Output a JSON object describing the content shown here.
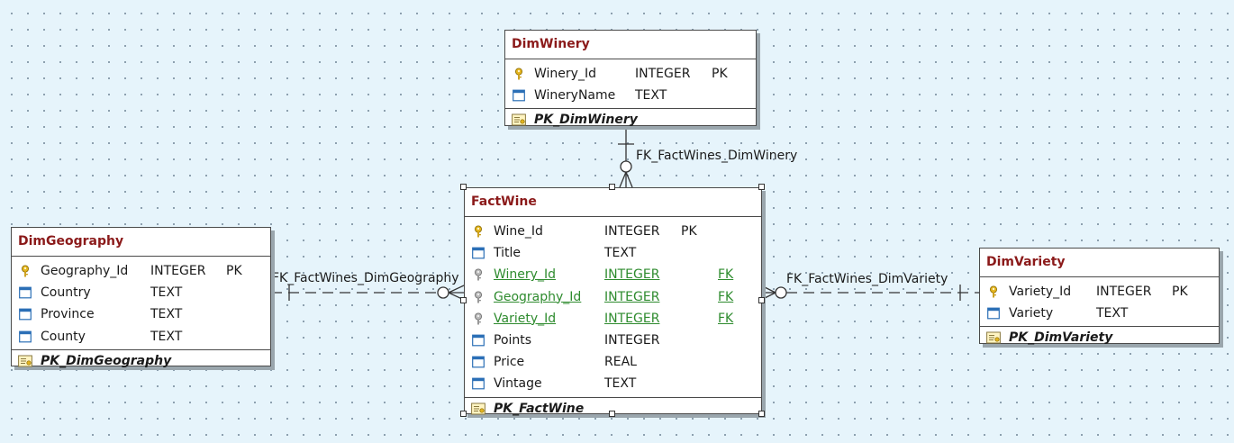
{
  "entities": {
    "dimwinery": {
      "title": "DimWinery",
      "columns": [
        {
          "name": "Winery_Id",
          "type": "INTEGER",
          "key": "PK"
        },
        {
          "name": "WineryName",
          "type": "TEXT",
          "key": ""
        }
      ],
      "pk": "PK_DimWinery"
    },
    "factwine": {
      "title": "FactWine",
      "columns": [
        {
          "name": "Wine_Id",
          "type": "INTEGER",
          "key": "PK"
        },
        {
          "name": "Title",
          "type": "TEXT",
          "key": ""
        },
        {
          "name": "Winery_Id",
          "type": "INTEGER",
          "key": "FK"
        },
        {
          "name": "Geography_Id",
          "type": "INTEGER",
          "key": "FK"
        },
        {
          "name": "Variety_Id",
          "type": "INTEGER",
          "key": "FK"
        },
        {
          "name": "Points",
          "type": "INTEGER",
          "key": ""
        },
        {
          "name": "Price",
          "type": "REAL",
          "key": ""
        },
        {
          "name": "Vintage",
          "type": "TEXT",
          "key": ""
        }
      ],
      "pk": "PK_FactWine"
    },
    "dimgeography": {
      "title": "DimGeography",
      "columns": [
        {
          "name": "Geography_Id",
          "type": "INTEGER",
          "key": "PK"
        },
        {
          "name": "Country",
          "type": "TEXT",
          "key": ""
        },
        {
          "name": "Province",
          "type": "TEXT",
          "key": ""
        },
        {
          "name": "County",
          "type": "TEXT",
          "key": ""
        }
      ],
      "pk": "PK_DimGeography"
    },
    "dimvariety": {
      "title": "DimVariety",
      "columns": [
        {
          "name": "Variety_Id",
          "type": "INTEGER",
          "key": "PK"
        },
        {
          "name": "Variety",
          "type": "TEXT",
          "key": ""
        }
      ],
      "pk": "PK_DimVariety"
    }
  },
  "relationships": {
    "winery": "FK_FactWines_DimWinery",
    "geography": "FK_FactWines_DimGeography",
    "variety": "FK_FactWines_DimVariety"
  },
  "icons": {
    "pk_column": "key-icon",
    "fk_column": "foreign-key-icon",
    "column": "column-icon",
    "index": "index-icon"
  },
  "colors": {
    "title": "#8b1a1a",
    "fk": "#2e8b2e",
    "background": "#e6f4fb"
  }
}
